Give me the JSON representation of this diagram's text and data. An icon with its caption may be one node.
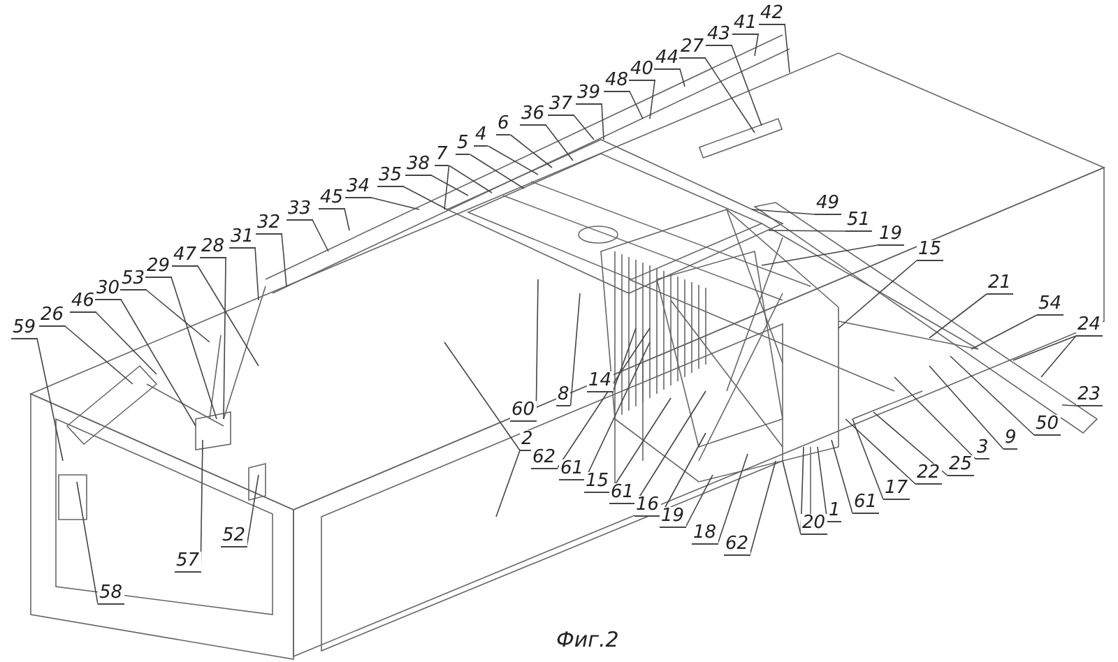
{
  "diagram": {
    "caption": "Фиг.2",
    "nodes": [
      {
        "text": [
          "59"
        ]
      },
      {
        "text": [
          "26"
        ]
      },
      {
        "text": [
          "46"
        ]
      },
      {
        "text": [
          "30"
        ]
      },
      {
        "text": [
          "53"
        ]
      },
      {
        "text": [
          "29"
        ]
      },
      {
        "text": [
          "47"
        ]
      },
      {
        "text": [
          "28"
        ]
      },
      {
        "text": [
          "31"
        ]
      },
      {
        "text": [
          "32"
        ]
      },
      {
        "text": [
          "33"
        ]
      },
      {
        "text": [
          "45"
        ]
      },
      {
        "text": [
          "34"
        ]
      },
      {
        "text": [
          "35"
        ]
      },
      {
        "text": [
          "38"
        ]
      },
      {
        "text": [
          "7"
        ]
      },
      {
        "text": [
          "5"
        ]
      },
      {
        "text": [
          "4"
        ]
      },
      {
        "text": [
          "6"
        ]
      },
      {
        "text": [
          "36"
        ]
      },
      {
        "text": [
          "37"
        ]
      },
      {
        "text": [
          "39"
        ]
      },
      {
        "text": [
          "48"
        ]
      },
      {
        "text": [
          "40"
        ]
      },
      {
        "text": [
          "44"
        ]
      },
      {
        "text": [
          "27"
        ]
      },
      {
        "text": [
          "43"
        ]
      },
      {
        "text": [
          "41"
        ]
      },
      {
        "text": [
          "42"
        ]
      },
      {
        "text": [
          "49"
        ]
      },
      {
        "text": [
          "51"
        ]
      },
      {
        "text": [
          "19"
        ]
      },
      {
        "text": [
          "15"
        ]
      },
      {
        "text": [
          "21"
        ]
      },
      {
        "text": [
          "54"
        ]
      },
      {
        "text": [
          "24"
        ]
      },
      {
        "text": [
          "23"
        ]
      },
      {
        "text": [
          "50"
        ]
      },
      {
        "text": [
          "9"
        ]
      },
      {
        "text": [
          "3"
        ]
      },
      {
        "text": [
          "25"
        ]
      },
      {
        "text": [
          "22"
        ]
      },
      {
        "text": [
          "60"
        ]
      },
      {
        "text": [
          "8"
        ]
      },
      {
        "text": [
          "14"
        ]
      },
      {
        "text": [
          "2"
        ]
      },
      {
        "text": [
          "62"
        ]
      },
      {
        "text": [
          "61"
        ]
      },
      {
        "text": [
          "15"
        ]
      },
      {
        "text": [
          "61"
        ]
      },
      {
        "text": [
          "16"
        ]
      },
      {
        "text": [
          "19"
        ]
      },
      {
        "text": [
          "18"
        ]
      },
      {
        "text": [
          "62"
        ]
      },
      {
        "text": [
          "20"
        ]
      },
      {
        "text": [
          "1"
        ]
      },
      {
        "text": [
          "61"
        ]
      },
      {
        "text": [
          "17"
        ]
      },
      {
        "text": [
          "52"
        ]
      },
      {
        "text": [
          "57"
        ]
      },
      {
        "text": [
          "58"
        ]
      }
    ],
    "edges": [
      {
        "from": 0,
        "to": null,
        "arrow": "none"
      },
      {
        "from": 1,
        "to": null,
        "arrow": "none"
      },
      {
        "from": 2,
        "to": null,
        "arrow": "none"
      },
      {
        "from": 3,
        "to": null,
        "arrow": "none"
      },
      {
        "from": 4,
        "to": null,
        "arrow": "none"
      },
      {
        "from": 5,
        "to": null,
        "arrow": "none"
      },
      {
        "from": 6,
        "to": null,
        "arrow": "none"
      },
      {
        "from": 7,
        "to": null,
        "arrow": "none"
      },
      {
        "from": 8,
        "to": null,
        "arrow": "none"
      },
      {
        "from": 9,
        "to": null,
        "arrow": "none"
      },
      {
        "from": 10,
        "to": null,
        "arrow": "none"
      },
      {
        "from": 11,
        "to": null,
        "arrow": "none"
      },
      {
        "from": 12,
        "to": null,
        "arrow": "none"
      },
      {
        "from": 13,
        "to": null,
        "arrow": "none"
      },
      {
        "from": 14,
        "to": null,
        "arrow": "none"
      },
      {
        "from": 15,
        "to": null,
        "arrow": "none"
      },
      {
        "from": 15,
        "to": null,
        "arrow": "none"
      },
      {
        "from": 16,
        "to": null,
        "arrow": "none"
      },
      {
        "from": 17,
        "to": null,
        "arrow": "none"
      },
      {
        "from": 18,
        "to": null,
        "arrow": "none"
      },
      {
        "from": 19,
        "to": null,
        "arrow": "none"
      },
      {
        "from": 20,
        "to": null,
        "arrow": "none"
      },
      {
        "from": 21,
        "to": null,
        "arrow": "none"
      },
      {
        "from": 22,
        "to": null,
        "arrow": "none"
      },
      {
        "from": 23,
        "to": null,
        "arrow": "none"
      },
      {
        "from": 24,
        "to": null,
        "arrow": "none"
      },
      {
        "from": 25,
        "to": null,
        "arrow": "none"
      },
      {
        "from": 26,
        "to": null,
        "arrow": "none"
      },
      {
        "from": 27,
        "to": null,
        "arrow": "none"
      },
      {
        "from": 28,
        "to": null,
        "arrow": "none"
      },
      {
        "from": 29,
        "to": null,
        "arrow": "none"
      },
      {
        "from": 30,
        "to": null,
        "arrow": "none"
      },
      {
        "from": 31,
        "to": null,
        "arrow": "none"
      },
      {
        "from": 32,
        "to": null,
        "arrow": "none"
      },
      {
        "from": 33,
        "to": null,
        "arrow": "none"
      },
      {
        "from": 34,
        "to": null,
        "arrow": "none"
      },
      {
        "from": 35,
        "to": null,
        "arrow": "none"
      },
      {
        "from": 35,
        "to": null,
        "arrow": "none"
      },
      {
        "from": 36,
        "to": null,
        "arrow": "none"
      },
      {
        "from": 37,
        "to": null,
        "arrow": "none"
      },
      {
        "from": 38,
        "to": null,
        "arrow": "none"
      },
      {
        "from": 39,
        "to": null,
        "arrow": "none"
      },
      {
        "from": 40,
        "to": null,
        "arrow": "none"
      },
      {
        "from": 41,
        "to": null,
        "arrow": "none"
      },
      {
        "from": 42,
        "to": null,
        "arrow": "none"
      },
      {
        "from": 43,
        "to": null,
        "arrow": "none"
      },
      {
        "from": 44,
        "to": null,
        "arrow": "none"
      },
      {
        "from": 45,
        "to": null,
        "arrow": "none"
      },
      {
        "from": 45,
        "to": null,
        "arrow": "none"
      },
      {
        "from": 46,
        "to": null,
        "arrow": "none"
      },
      {
        "from": 47,
        "to": null,
        "arrow": "none"
      },
      {
        "from": 48,
        "to": null,
        "arrow": "none"
      },
      {
        "from": 49,
        "to": null,
        "arrow": "none"
      },
      {
        "from": 50,
        "to": null,
        "arrow": "none"
      },
      {
        "from": 51,
        "to": null,
        "arrow": "none"
      },
      {
        "from": 52,
        "to": null,
        "arrow": "none"
      },
      {
        "from": 53,
        "to": null,
        "arrow": "none"
      },
      {
        "from": 54,
        "to": null,
        "arrow": "none"
      },
      {
        "from": 54,
        "to": null,
        "arrow": "none"
      },
      {
        "from": 55,
        "to": null,
        "arrow": "none"
      },
      {
        "from": 56,
        "to": null,
        "arrow": "none"
      },
      {
        "from": 57,
        "to": null,
        "arrow": "none"
      },
      {
        "from": 58,
        "to": null,
        "arrow": "none"
      },
      {
        "from": 59,
        "to": null,
        "arrow": "none"
      },
      {
        "from": 60,
        "to": null,
        "arrow": "none"
      }
    ]
  }
}
